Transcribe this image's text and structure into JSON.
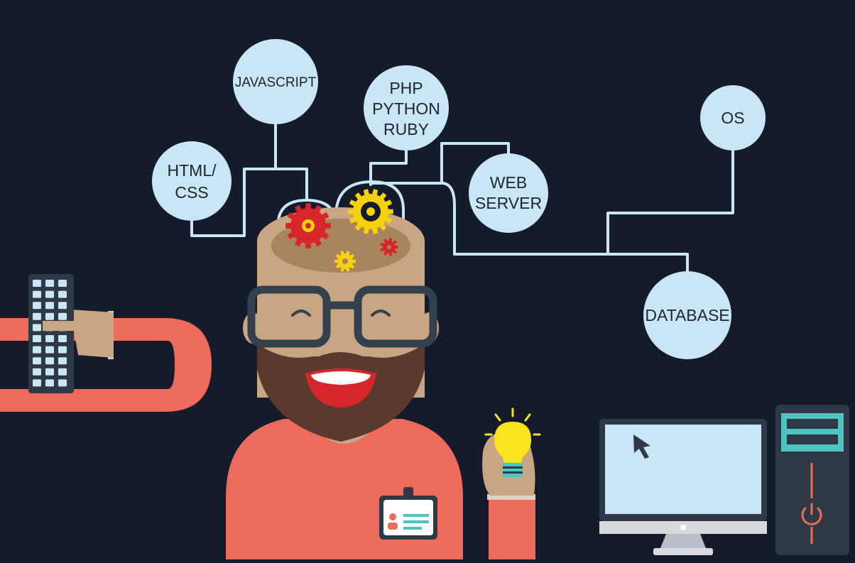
{
  "colors": {
    "background": "#141c2b",
    "bubble": "#c9e6f7",
    "line": "#c9e6f7",
    "skin": "#c8a683",
    "shirt": "#ec6b5b",
    "beard": "#5a3a2c",
    "glasses": "#33414f",
    "gear_red": "#d7262b",
    "gear_yellow": "#f5d20c",
    "bulb": "#f8e51d",
    "tower": "#2e3945",
    "tower_accent": "#4fc2c2",
    "screen": "#c9e6f7"
  },
  "bubbles": {
    "javascript": {
      "lines": [
        "JAVASCRIPT"
      ]
    },
    "php": {
      "lines": [
        "PHP",
        "PYTHON",
        "RUBY"
      ]
    },
    "os": {
      "lines": [
        "OS"
      ]
    },
    "html": {
      "lines": [
        "HTML/",
        "CSS"
      ]
    },
    "web": {
      "lines": [
        "WEB",
        "SERVER"
      ]
    },
    "database": {
      "lines": [
        "DATABASE"
      ]
    }
  },
  "icons": {
    "keyboard": "keyboard-icon",
    "badge": "id-badge-icon",
    "bulb": "light-bulb-icon",
    "monitor": "monitor-icon",
    "cursor": "mouse-cursor-icon",
    "tower": "computer-tower-icon",
    "power": "power-icon"
  }
}
